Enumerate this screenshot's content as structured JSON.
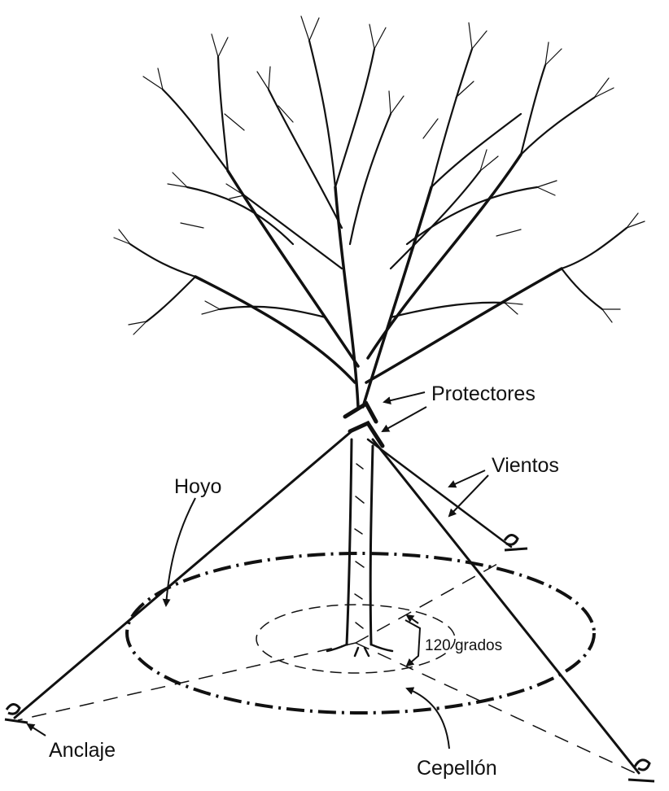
{
  "labels": {
    "protectores": "Protectores",
    "vientos": "Vientos",
    "hoyo": "Hoyo",
    "grados": "120 grados",
    "anclaje": "Anclaje",
    "cepellon": "Cepellón"
  },
  "colors": {
    "ink": "#111111",
    "background": "#ffffff"
  }
}
